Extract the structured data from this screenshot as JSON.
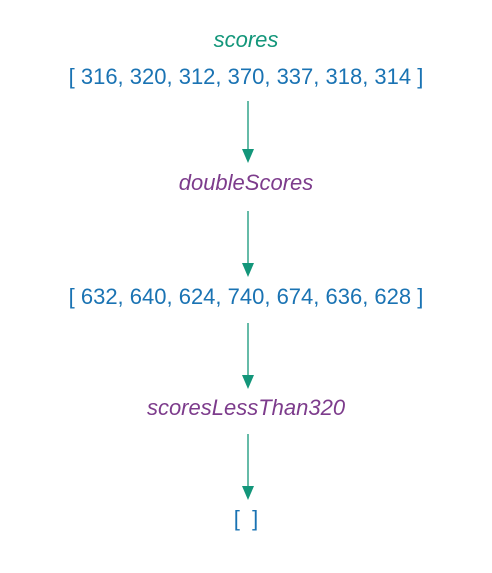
{
  "nodes": {
    "input_name": "scores",
    "input_array": "[ 316, 320, 312, 370, 337, 318, 314 ]",
    "step1_fn": "doubleScores",
    "step1_array": "[ 632, 640, 624, 740, 674, 636, 628 ]",
    "step2_fn": "scoresLessThan320",
    "step2_array": "[  ]"
  },
  "colors": {
    "variable": "#13967a",
    "function": "#7d3c8c",
    "array": "#1a73b3",
    "arrow": "#13967a"
  }
}
